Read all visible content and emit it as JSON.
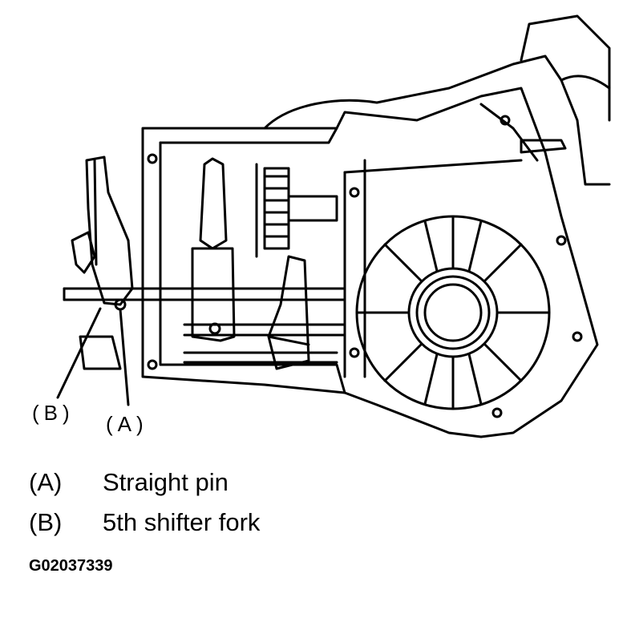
{
  "diagram": {
    "callouts": {
      "b": "(B)",
      "a": "(A)"
    },
    "legend": [
      {
        "key": "(A)",
        "text": "Straight pin"
      },
      {
        "key": "(B)",
        "text": "5th shifter fork"
      }
    ],
    "figure_id": "G02037339",
    "colors": {
      "ink": "#000000",
      "paper": "#ffffff"
    }
  }
}
